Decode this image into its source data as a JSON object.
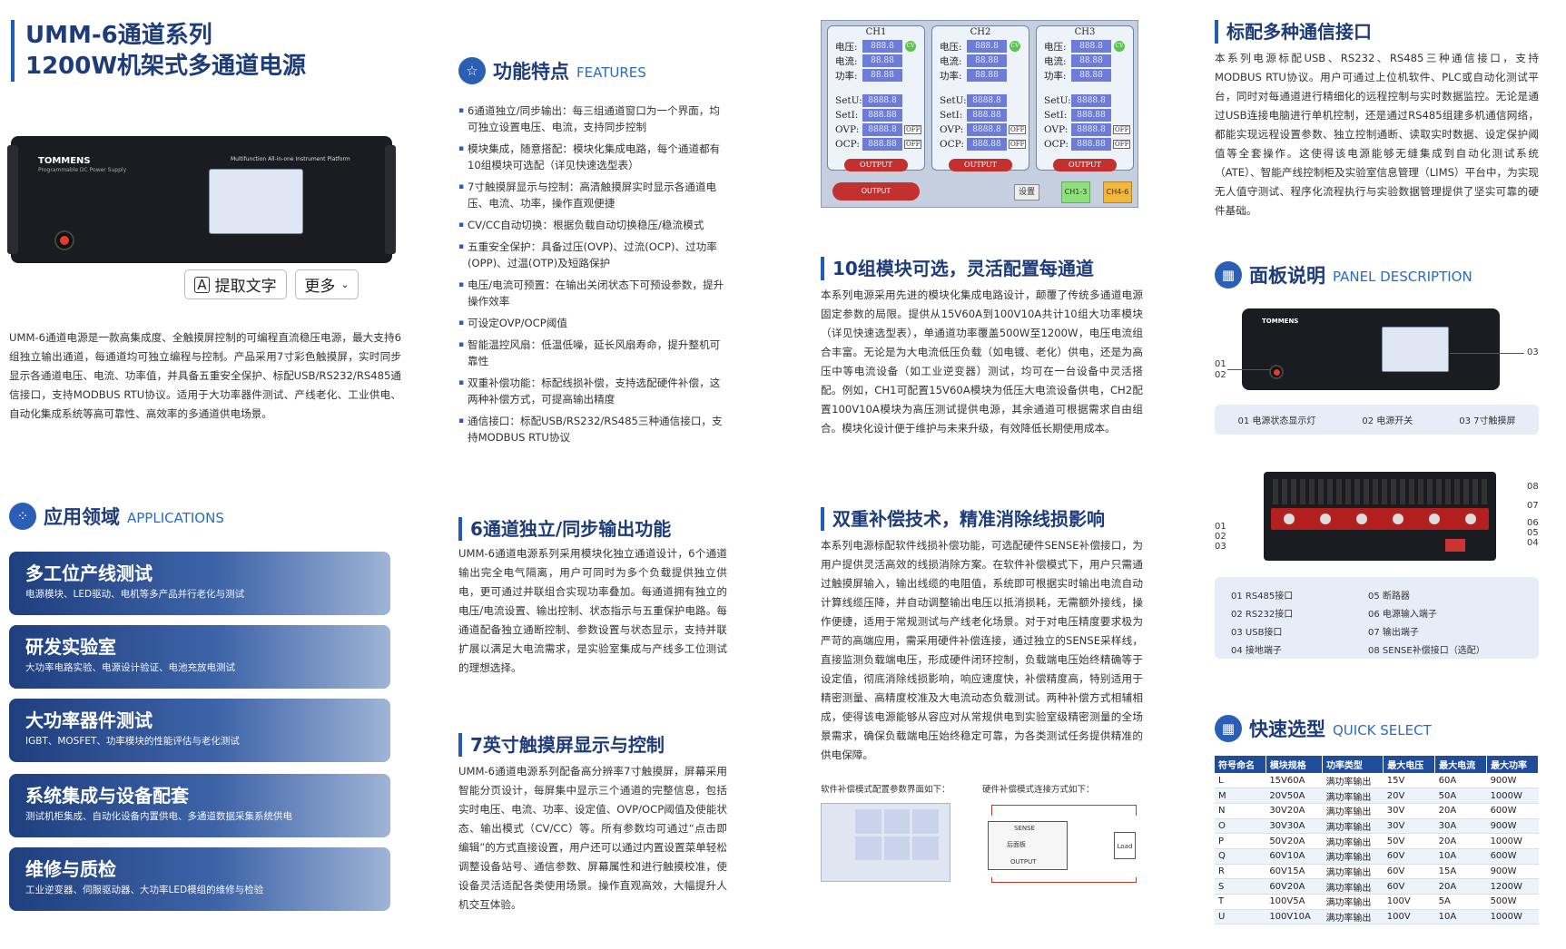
{
  "title": {
    "line1": "UMM-6通道系列",
    "line2": "1200W机架式多通道电源"
  },
  "device": {
    "brand": "TOMMENS",
    "brand_sub": "Programmable DC Power Supply",
    "platform": "Multifunction All-in-one Instrument Platform"
  },
  "toolbar": {
    "extract_label": "提取文字",
    "more_label": "更多"
  },
  "intro": "UMM-6通道电源是一款高集成度、全触摸屏控制的可编程直流稳压电源，最大支持6组独立输出通道，每通道均可独立编程与控制。产品采用7寸彩色触摸屏，实时同步显示各通道电压、电流、功率值，并具备五重安全保护、标配USB/RS232/RS485通信接口，支持MODBUS RTU协议。适用于大功率器件测试、产线老化、工业供电、自动化集成系统等高可靠性、高效率的多通道供电场景。",
  "applications": {
    "title": "应用领域",
    "subtitle": "APPLICATIONS",
    "cards": [
      {
        "title": "多工位产线测试",
        "desc": "电源模块、LED驱动、电机等多产品并行老化与测试"
      },
      {
        "title": "研发实验室",
        "desc": "大功率电路实验、电源设计验证、电池充放电测试"
      },
      {
        "title": "大功率器件测试",
        "desc": "IGBT、MOSFET、功率模块的性能评估与老化测试"
      },
      {
        "title": "系统集成与设备配套",
        "desc": "测试机柜集成、自动化设备内置供电、多通道数据采集系统供电"
      },
      {
        "title": "维修与质检",
        "desc": "工业逆变器、伺服驱动器、大功率LED模组的维修与检验"
      }
    ]
  },
  "features": {
    "title": "功能特点",
    "subtitle": "FEATURES",
    "items": [
      "6通道独立/同步输出：每三组通道窗口为一个界面，均可独立设置电压、电流，支持同步控制",
      "模块集成，随意搭配：模块化集成电路，每个通道都有10组模块可选配（详见快速选型表）",
      "7寸触摸屏显示与控制：高清触摸屏实时显示各通道电压、电流、功率，操作直观便捷",
      "CV/CC自动切换：根据负载自动切换稳压/稳流模式",
      "五重安全保护：具备过压(OVP)、过流(OCP)、过功率(OPP)、过温(OTP)及短路保护",
      "电压/电流可预置：在输出关闭状态下可预设参数，提升操作效率",
      "可设定OVP/OCP阈值",
      "智能温控风扇：低温低噪，延长风扇寿命，提升整机可靠性",
      "双重补偿功能：标配线损补偿，支持选配硬件补偿，这两种补偿方式，可提高输出精度",
      "通信接口：标配USB/RS232/RS485三种通信接口，支持MODBUS RTU协议"
    ]
  },
  "sync_section": {
    "title": "6通道独立/同步输出功能",
    "body": "UMM-6通道电源系列采用模块化独立通道设计，6个通道输出完全电气隔离，用户可同时为多个负载提供独立供电，更可通过并联组合实现功率叠加。每通道拥有独立的电压/电流设置、输出控制、状态指示与五重保护电路。每通道配备独立通断控制、参数设置与状态显示，支持并联扩展以满足大电流需求，是实验室集成与产线多工位测试的理想选择。"
  },
  "touch_section": {
    "title": "7英寸触摸屏显示与控制",
    "body": "UMM-6通道电源系列配备高分辨率7寸触摸屏，屏幕采用智能分页设计，每屏集中显示三个通道的完整信息，包括实时电压、电流、功率、设定值、OVP/OCP阈值及使能状态、输出模式（CV/CC）等。所有参数均可通过“点击即编辑”的方式直接设置，用户还可以通过内置设置菜单轻松调整设备站号、通信参数、屏幕属性和进行触摸校准，使设备灵活适配各类使用场景。操作直观高效，大幅提升人机交互体验。"
  },
  "ui_screen": {
    "channels": [
      {
        "name": "CH1",
        "v": "888.8",
        "i": "88.88",
        "p": "88.88",
        "setu": "8888.8",
        "seti": "888.88",
        "ovp": "8888.8",
        "ocp": "888.88"
      },
      {
        "name": "CH2",
        "v": "888.8",
        "i": "88.88",
        "p": "88.88",
        "setu": "8888.8",
        "seti": "888.88",
        "ovp": "8888.8",
        "ocp": "888.88"
      },
      {
        "name": "CH3",
        "v": "888.8",
        "i": "88.88",
        "p": "88.88",
        "setu": "8888.8",
        "seti": "888.88",
        "ovp": "8888.8",
        "ocp": "888.88"
      }
    ],
    "labels": {
      "v": "电压:",
      "i": "电流:",
      "p": "功率:",
      "setu": "SetU:",
      "seti": "SetI:",
      "ovp": "OVP:",
      "ocp": "OCP:",
      "cv": "CV",
      "off": "OFF",
      "output": "OUTPUT"
    },
    "buttons": {
      "master_output": "OUTPUT",
      "settings": "设置",
      "ch13": "CH1-3",
      "ch46": "CH4-6"
    }
  },
  "module_section": {
    "title": "10组模块可选，灵活配置每通道",
    "body": "本系列电源采用先进的模块化集成电路设计，颠覆了传统多通道电源固定参数的局限。提供从15V60A到100V10A共计10组大功率模块（详见快速选型表），单通道功率覆盖500W至1200W，电压电流组合丰富。无论是为大电流低压负载（如电镀、老化）供电，还是为高压中等电流设备（如工业逆变器）测试，均可在一台设备中灵活搭配。例如，CH1可配置15V60A模块为低压大电流设备供电，CH2配置100V10A模块为高压测试提供电源，其余通道可根据需求自由组合。模块化设计便于维护与未来升级，有效降低长期使用成本。"
  },
  "comp_section": {
    "title": "双重补偿技术，精准消除线损影响",
    "body": "本系列电源标配软件线损补偿功能，可选配硬件SENSE补偿接口，为用户提供灵活高效的线损消除方案。在软件补偿模式下，用户只需通过触摸屏输入，输出线缆的电阻值，系统即可根据实时输出电流自动计算线缆压降，并自动调整输出电压以抵消损耗，无需额外接线，操作便捷，适用于常规测试与产线老化场景。对于对电压精度要求极为严苛的高端应用，需采用硬件补偿连接，通过独立的SENSE采样线，直接监测负载端电压，形成硬件闭环控制，负载端电压始终精确等于设定值，彻底消除线损影响，响应速度快，补偿精度高，特别适用于精密测量、高精度校准及大电流动态负载测试。两种补偿方式相辅相成，使得该电源能够从容应对从常规供电到实验室级精密测量的全场景需求，确保负载端电压始终稳定可靠，为各类测试任务提供精准的供电保障。",
    "fig1_caption": "软件补偿模式配置参数界面如下：",
    "fig2_caption": "硬件补偿模式连接方式如下：",
    "fig2_labels": {
      "sense": "SENSE",
      "rear": "后面板",
      "output": "OUTPUT",
      "load": "Load"
    }
  },
  "comm_section": {
    "title": "标配多种通信接口",
    "body": "本系列电源标配USB、RS232、RS485三种通信接口，支持MODBUS RTU协议。用户可通过上位机软件、PLC或自动化测试平台，同时对每通道进行精细化的远程控制与实时数据监控。无论是通过USB连接电脑进行单机控制，还是通过RS485组建多机通信网络，都能实现远程设置参数、独立控制通断、读取实时数据、设定保护阈值等全套操作。这使得该电源能够无缝集成到自动化测试系统（ATE）、智能产线控制柜及实验室信息管理（LIMS）平台中，为实现无人值守测试、程序化流程执行与实验数据管理提供了坚实可靠的硬件基础。"
  },
  "panel_section": {
    "title": "面板说明",
    "subtitle": "PANEL DESCRIPTION",
    "front_callouts": {
      "n01": "01",
      "n02": "02",
      "n03": "03"
    },
    "front_legend": [
      "01 电源状态显示灯",
      "02 电源开关",
      "03 7寸触摸屏"
    ],
    "rear_callouts": {
      "n01": "01",
      "n02": "02",
      "n03": "03",
      "n04": "04",
      "n05": "05",
      "n06": "06",
      "n07": "07",
      "n08": "08"
    },
    "rear_legend_left": [
      "01 RS485接口",
      "02 RS232接口",
      "03 USB接口",
      "04 接地端子"
    ],
    "rear_legend_right": [
      "05 断路器",
      "06 电源输入端子",
      "07 输出端子",
      "08 SENSE补偿接口（选配）"
    ]
  },
  "quick_select": {
    "title": "快速选型",
    "subtitle": "QUICK SELECT",
    "headers": [
      "符号命名",
      "模块规格",
      "功率类型",
      "最大电压",
      "最大电流",
      "最大功率"
    ],
    "rows": [
      [
        "L",
        "15V60A",
        "满功率输出",
        "15V",
        "60A",
        "900W"
      ],
      [
        "M",
        "20V50A",
        "满功率输出",
        "20V",
        "50A",
        "1000W"
      ],
      [
        "N",
        "30V20A",
        "满功率输出",
        "30V",
        "20A",
        "600W"
      ],
      [
        "O",
        "30V30A",
        "满功率输出",
        "30V",
        "30A",
        "900W"
      ],
      [
        "P",
        "50V20A",
        "满功率输出",
        "50V",
        "20A",
        "1000W"
      ],
      [
        "Q",
        "60V10A",
        "满功率输出",
        "60V",
        "10A",
        "600W"
      ],
      [
        "R",
        "60V15A",
        "满功率输出",
        "60V",
        "15A",
        "900W"
      ],
      [
        "S",
        "60V20A",
        "满功率输出",
        "60V",
        "20A",
        "1200W"
      ],
      [
        "T",
        "100V5A",
        "满功率输出",
        "100V",
        "5A",
        "500W"
      ],
      [
        "U",
        "100V10A",
        "满功率输出",
        "100V",
        "10A",
        "1000W"
      ]
    ]
  }
}
